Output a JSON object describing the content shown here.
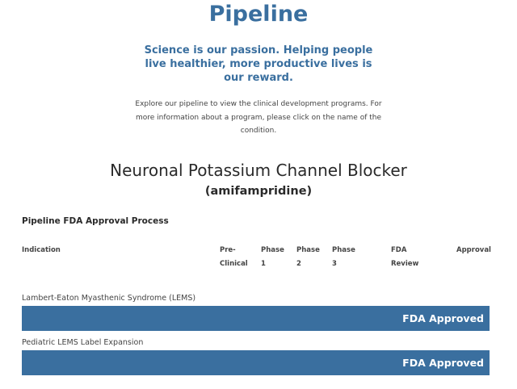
{
  "header": {
    "title": "Pipeline",
    "tagline": "Science is our passion. Helping people live healthier, more productive lives is our reward.",
    "intro": "Explore our pipeline to view the clinical development programs. For more information about a program, please click on the name of the condition."
  },
  "drug": {
    "name": "Neuronal Potassium Channel Blocker",
    "generic": "(amifampridine)"
  },
  "process": {
    "heading": "Pipeline FDA Approval Process",
    "columns": [
      "Indication",
      "Pre-\nClinical",
      "Phase\n1",
      "Phase\n2",
      "Phase\n3",
      "FDA\nReview",
      "Approval"
    ]
  },
  "rows": [
    {
      "indication": "Lambert-Eaton Myasthenic Syndrome (LEMS)",
      "progress": 1.0,
      "status": "FDA Approved"
    },
    {
      "indication": "Pediatric LEMS Label Expansion",
      "progress": 1.0,
      "status": "FDA Approved"
    }
  ],
  "colors": {
    "accent": "#3a6f9f",
    "text": "#333333",
    "bar_text": "#ffffff"
  }
}
